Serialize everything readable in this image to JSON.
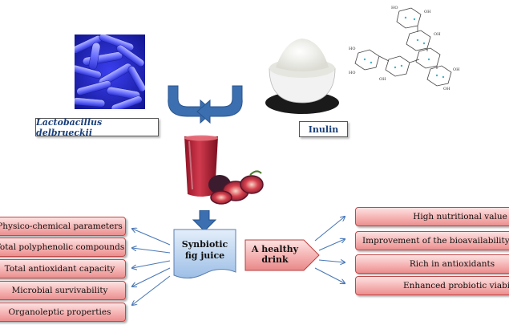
{
  "top": {
    "bacteria_label": "Lactobacillus delbrueckii",
    "inulin_label": "Inulin"
  },
  "center": {
    "synbiotic_line1": "Synbiotic",
    "synbiotic_line2": "fig juice",
    "healthy_line1": "A healthy",
    "healthy_line2": "drink"
  },
  "left_items": [
    "Physico-chemical parameters",
    "Total polyphenolic compounds",
    "Total antioxidant capacity",
    "Microbial survivability",
    "Organoleptic properties"
  ],
  "right_items": [
    "High nutritional value",
    "Improvement of the bioavailability of",
    "Rich in antioxidants",
    "Enhanced probiotic viabili"
  ],
  "colors": {
    "arrow_blue": "#3b6fb0",
    "bacteria_bg": "#2b2fd9",
    "box_pink": "#f6b3b3",
    "doc_blue": "#b9d3ef",
    "label_text": "#1a3f7a"
  }
}
